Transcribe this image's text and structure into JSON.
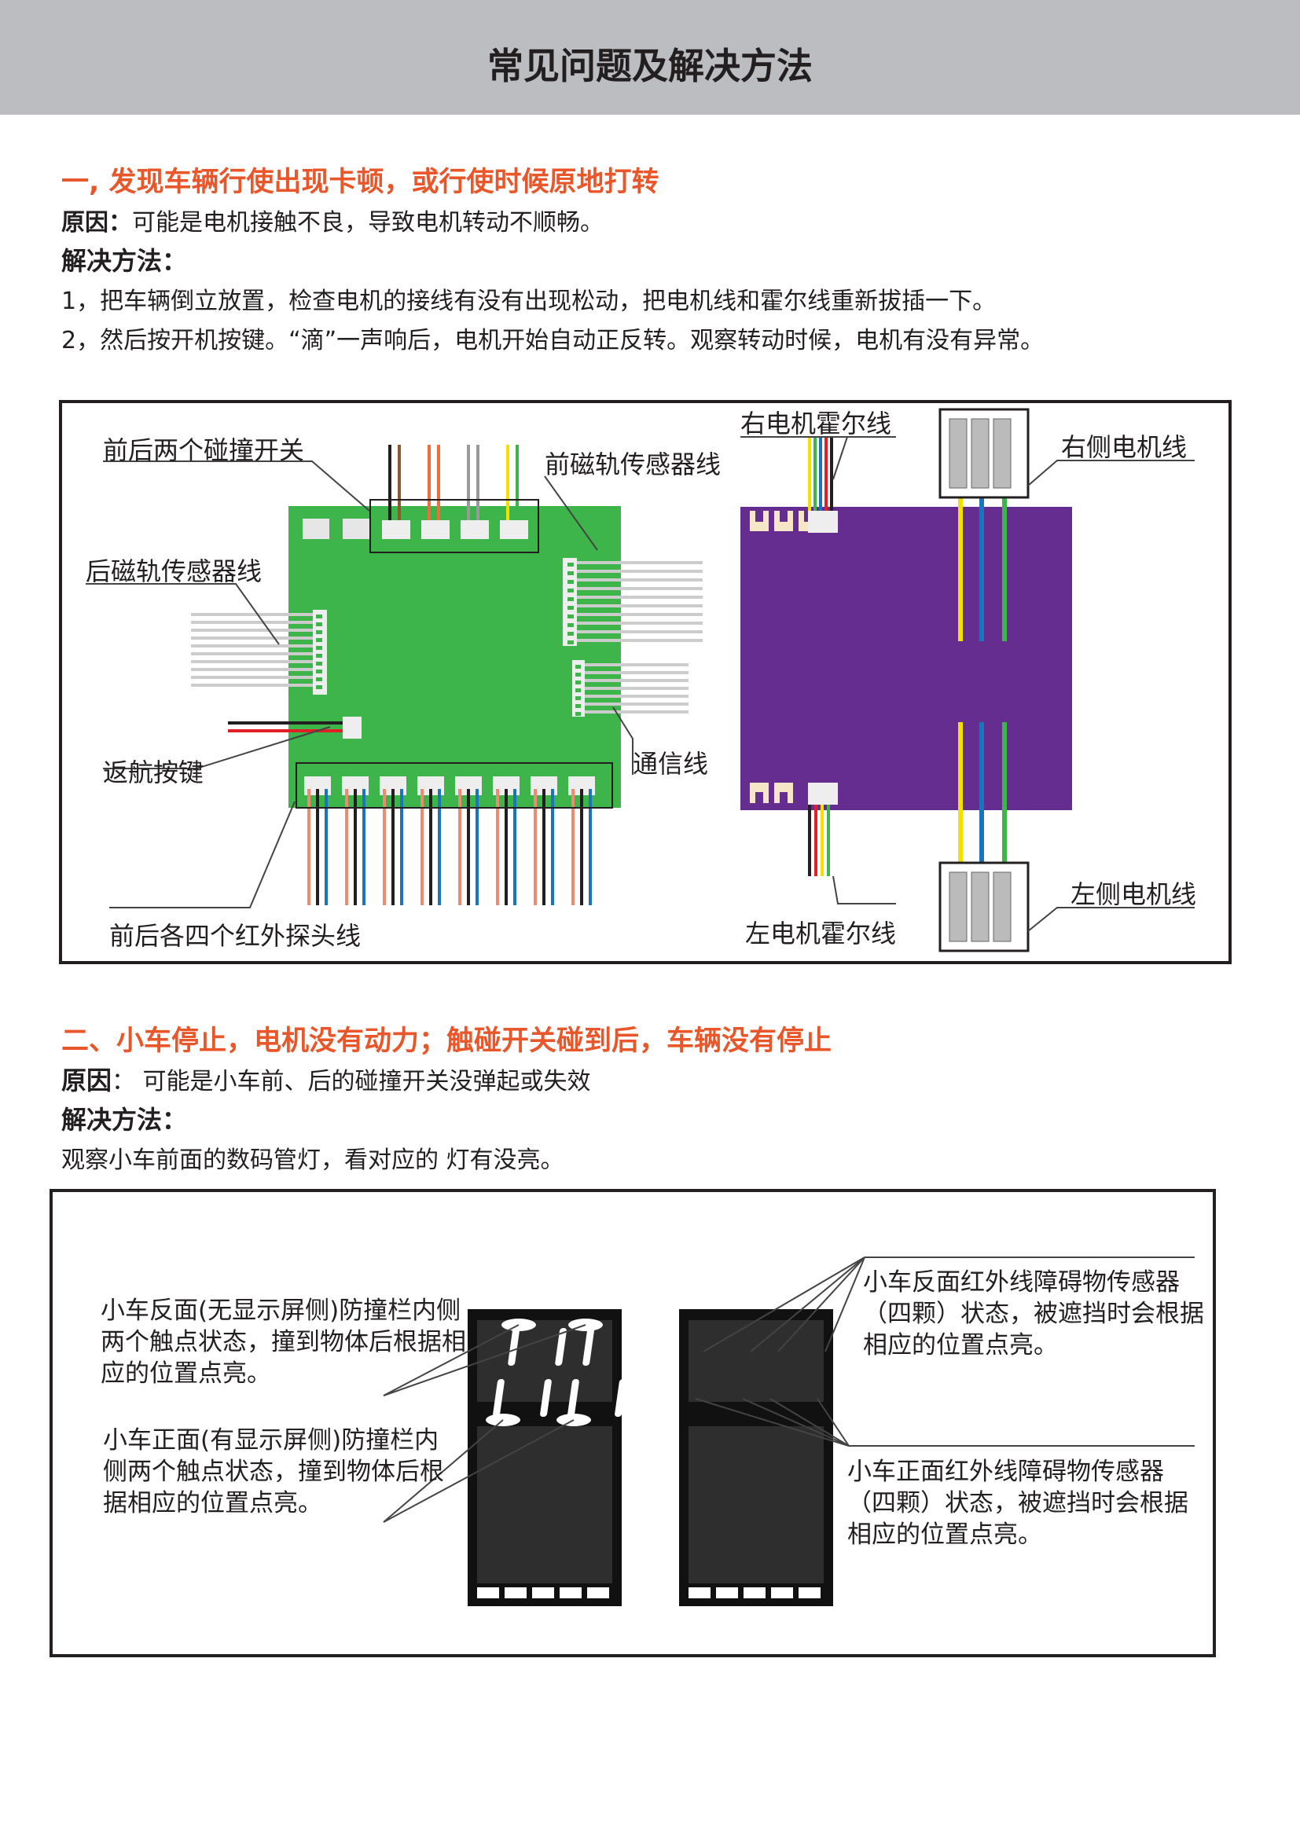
{
  "header": {
    "title": "常见问题及解决方法"
  },
  "section1": {
    "heading": "一, 发现车辆行使出现卡顿，或行使时候原地打转",
    "cause_label": "原因：",
    "cause_text": "可能是电机接触不良，导致电机转动不顺畅。",
    "solution_label": "解决方法：",
    "steps": [
      "1，把车辆倒立放置，检查电机的接线有没有出现松动，把电机线和霍尔线重新拔插一下。",
      "2，然后按开机按键。“滴”一声响后，电机开始自动正反转。观察转动时候，电机有没有异常。"
    ],
    "diagram": {
      "collision_switch": "前后两个碰撞开关",
      "front_mag_sensor": "前磁轨传感器线",
      "right_hall": "右电机霍尔线",
      "right_motor": "右侧电机线",
      "rear_mag_sensor": "后磁轨传感器线",
      "return_button": "返航按键",
      "comm_line": "通信线",
      "ir_probe": "前后各四个红外探头线",
      "left_hall": "左电机霍尔线",
      "left_motor": "左侧电机线"
    }
  },
  "section2": {
    "heading": "二、小车停止，电机没有动力；触碰开关碰到后，车辆没有停止",
    "cause_label": "原因",
    "cause_text": "：  可能是小车前、后的碰撞开关没弹起或失效",
    "solution_label": "解决方法：",
    "step": "观察小车前面的数码管灯，看对应的 灯有没亮。",
    "diagram": {
      "back_bumper": "小车反面(无显示屏侧)防撞栏内侧两个触点状态，撞到物体后根据相应的位置点亮。",
      "front_bumper": "小车正面(有显示屏侧)防撞栏内侧两个触点状态，撞到物体后根据相应的位置点亮。",
      "back_ir": "小车反面红外线障碍物传感器（四颗）状态，被遮挡时会根据相应的位置点亮。",
      "front_ir": "小车正面红外线障碍物传感器（四颗）状态，被遮挡时会根据相应的位置点亮。"
    }
  },
  "colors": {
    "accent": "#e8562a",
    "green_board": "#3db54a",
    "purple_board": "#662d91",
    "header_bg": "#bcbdc0"
  }
}
